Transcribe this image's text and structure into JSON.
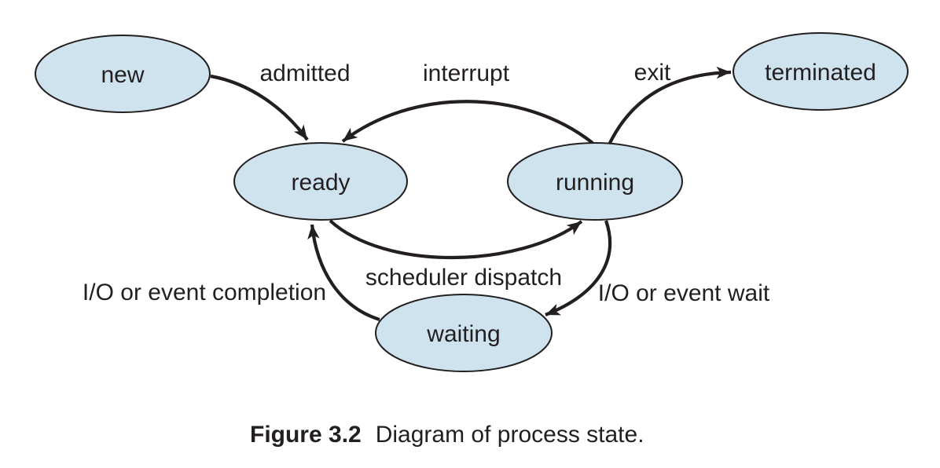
{
  "title": "Diagram of process state",
  "colors": {
    "state-fill": "#cfe3ef",
    "line": "#231f20",
    "text": "#231f20",
    "background": "#ffffff"
  },
  "states": [
    {
      "id": "new",
      "label": "new"
    },
    {
      "id": "ready",
      "label": "ready"
    },
    {
      "id": "running",
      "label": "running"
    },
    {
      "id": "waiting",
      "label": "waiting"
    },
    {
      "id": "terminated",
      "label": "terminated"
    }
  ],
  "transitions": [
    {
      "id": "admitted",
      "label": "admitted",
      "from": "new",
      "to": "ready"
    },
    {
      "id": "interrupt",
      "label": "interrupt",
      "from": "running",
      "to": "ready"
    },
    {
      "id": "exit",
      "label": "exit",
      "from": "running",
      "to": "terminated"
    },
    {
      "id": "scheduler-dispatch",
      "label": "scheduler dispatch",
      "from": "ready",
      "to": "running"
    },
    {
      "id": "io-event-wait",
      "label": "I/O or event wait",
      "from": "running",
      "to": "waiting"
    },
    {
      "id": "io-event-completion",
      "label": "I/O or event completion",
      "from": "waiting",
      "to": "ready"
    }
  ],
  "caption": {
    "number": "Figure 3.2",
    "text": "Diagram of process state."
  }
}
